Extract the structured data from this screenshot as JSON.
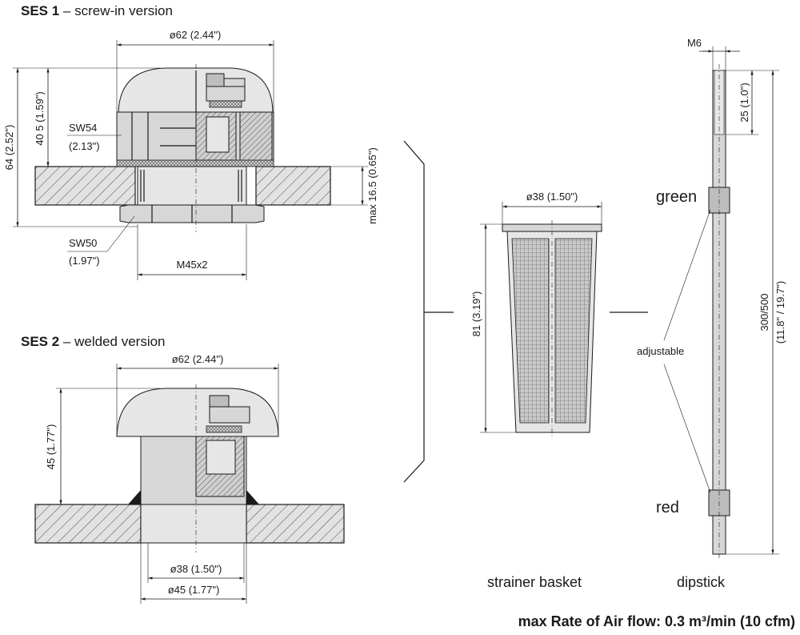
{
  "ses1": {
    "title_bold": "SES 1",
    "title_rest": " – screw-in version",
    "dim_diameter": "ø62 (2.44\")",
    "dim_height_total": "64 (2.52\")",
    "dim_height_upper": "40 5 (1.59\")",
    "dim_wall": "max 16.5 (0.65\")",
    "sw54_a": "SW54",
    "sw54_b": "(2.13\")",
    "sw50_a": "SW50",
    "sw50_b": "(1.97\")",
    "thread": "M45x2"
  },
  "ses2": {
    "title_bold": "SES 2",
    "title_rest": " – welded version",
    "dim_diameter": "ø62 (2.44\")",
    "dim_height": "45 (1.77\")",
    "dim_inner": "ø38 (1.50\")",
    "dim_outer": "ø45 (1.77\")"
  },
  "strainer": {
    "dim_diameter": "ø38 (1.50\")",
    "dim_height": "81 (3.19\")",
    "caption": "strainer basket"
  },
  "dipstick": {
    "dim_thread": "M6",
    "dim_top": "25 (1.0\")",
    "dim_length_a": "300/500",
    "dim_length_b": "(11.8\" / 19.7\")",
    "label_green": "green",
    "label_red": "red",
    "label_adjustable": "adjustable",
    "caption": "dipstick"
  },
  "footer": {
    "airflow": "max Rate of Air flow: 0.3 m³/min (10 cfm)"
  }
}
